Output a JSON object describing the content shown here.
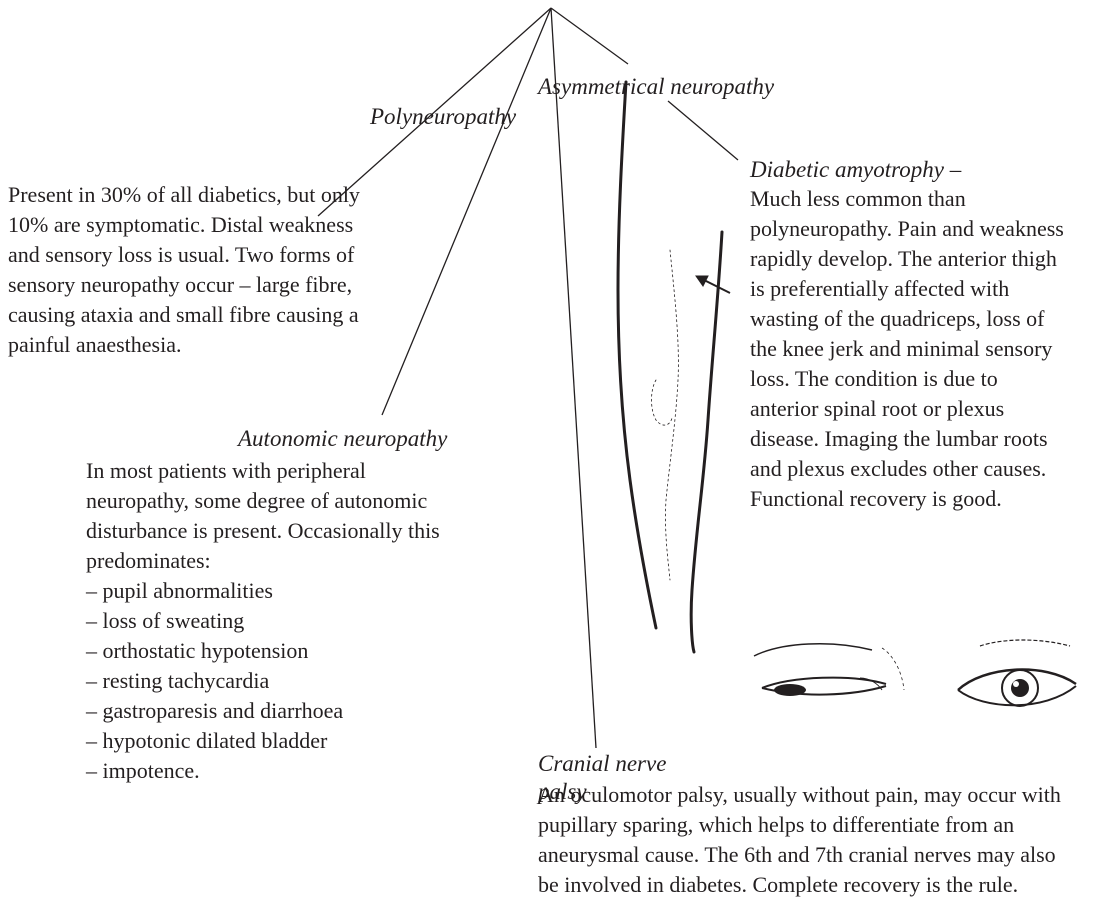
{
  "headings": {
    "asymmetrical": "Asymmetrical neuropathy",
    "polyneuropathy": "Polyneuropathy",
    "autonomic": "Autonomic neuropathy",
    "amyotrophy": "Diabetic amyotrophy –",
    "cranial": "Cranial nerve palsy"
  },
  "polyneuropathy_text": "Present in 30% of all diabetics, but only 10% are symptomatic. Distal weakness and sensory loss is usual. Two forms of sensory neuropathy occur – large fibre, causing ataxia and small fibre causing a painful anaesthesia.",
  "amyotrophy_text": "Much less common than polyneuropathy. Pain and weakness rapidly develop. The anterior thigh is preferentially affected with wasting of the quadriceps, loss of the knee jerk and minimal sensory loss. The condition is due to anterior spinal root or plexus disease. Imaging the lumbar roots and plexus excludes other causes. Functional recovery is good.",
  "autonomic": {
    "intro": "In most patients with peripheral neuropathy, some degree of autonomic disturbance is present. Occasionally this predominates:",
    "items": [
      "pupil abnormalities",
      "loss of sweating",
      "orthostatic hypotension",
      "resting tachycardia",
      "gastroparesis and diarrhoea",
      "hypotonic dilated bladder",
      "impotence."
    ]
  },
  "cranial_text": "An oculomotor palsy, usually without pain, may occur with pupillary sparing, which helps to differentiate from an aneurysmal cause. The 6th and 7th cranial nerves may also be involved in diabetes. Complete recovery is the rule.",
  "colors": {
    "ink": "#231f20",
    "background": "#ffffff"
  }
}
